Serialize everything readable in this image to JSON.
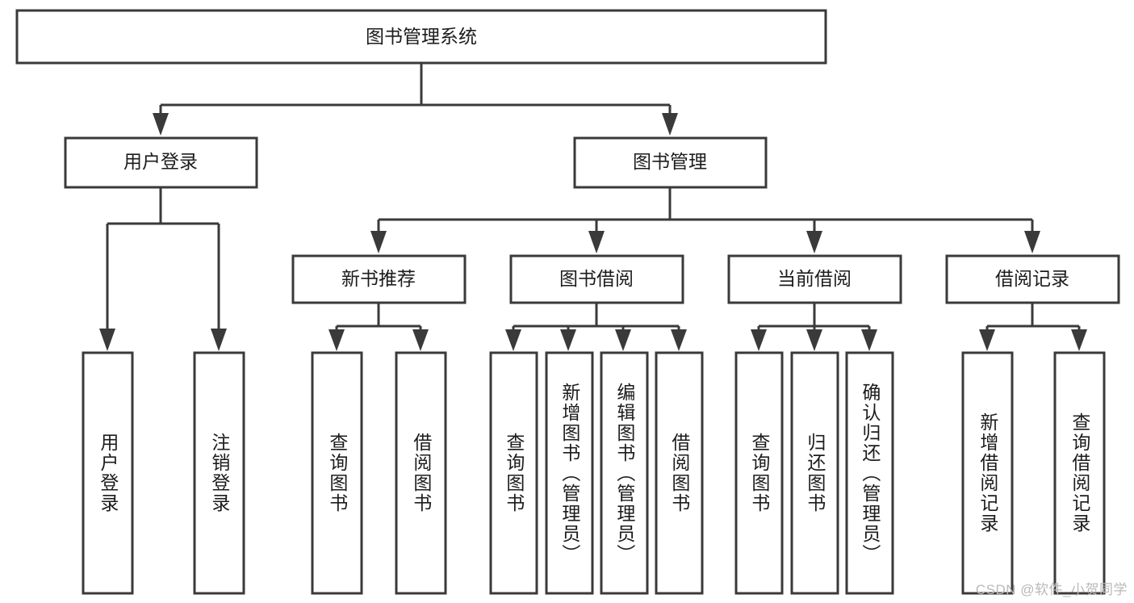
{
  "diagram": {
    "type": "tree-hierarchy-chart",
    "title_text": "图书管理系统",
    "colors": {
      "box_stroke": "#3a3a3a",
      "box_fill": "#ffffff",
      "connector": "#3a3a3a",
      "text": "#1c1c1c",
      "watermark": "#b9b9b9",
      "background": "#ffffff"
    },
    "root": {
      "label": "图书管理系统"
    },
    "level2": [
      {
        "label": "用户登录"
      },
      {
        "label": "图书管理"
      }
    ],
    "level3": [
      {
        "label": "新书推荐"
      },
      {
        "label": "图书借阅"
      },
      {
        "label": "当前借阅"
      },
      {
        "label": "借阅记录"
      }
    ],
    "leaves": {
      "user_login": [
        {
          "label": "用户登录"
        },
        {
          "label": "注销登录"
        }
      ],
      "new_book_recommend": [
        {
          "label": "查询图书"
        },
        {
          "label": "借阅图书"
        }
      ],
      "book_borrow": [
        {
          "label": "查询图书"
        },
        {
          "label": "新增图书（管理员）"
        },
        {
          "label": "编辑图书（管理员）"
        },
        {
          "label": "借阅图书"
        }
      ],
      "current_borrow": [
        {
          "label": "查询图书"
        },
        {
          "label": "归还图书"
        },
        {
          "label": "确认归还（管理员）"
        }
      ],
      "borrow_records": [
        {
          "label": "新增借阅记录"
        },
        {
          "label": "查询借阅记录"
        }
      ]
    },
    "watermark": "CSDN @软件_小贺同学"
  }
}
